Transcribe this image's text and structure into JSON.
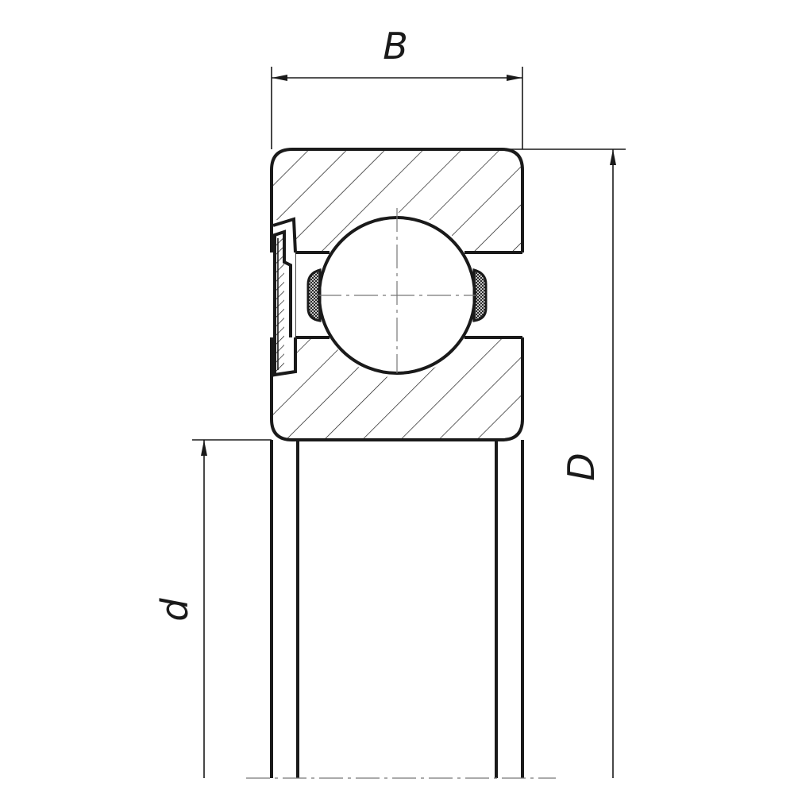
{
  "drawing": {
    "labels": {
      "width": "B",
      "outer_diameter": "D",
      "bore_diameter": "d"
    }
  }
}
